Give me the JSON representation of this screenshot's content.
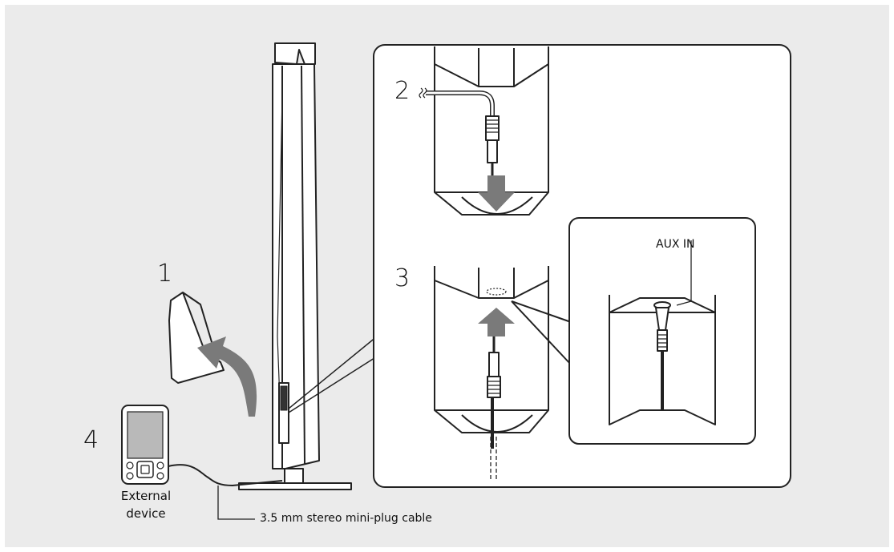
{
  "steps": [
    "1",
    "2",
    "3",
    "4"
  ],
  "labels": {
    "aux_in": "AUX IN",
    "external_device_line1": "External",
    "external_device_line2": "device",
    "cable": "3.5 mm stereo mini-plug cable"
  },
  "colors": {
    "background": "#ebebeb",
    "frame": "#ffffff",
    "line": "#222222",
    "arrow": "#7a7a7a",
    "screen": "#b9b9b9"
  }
}
